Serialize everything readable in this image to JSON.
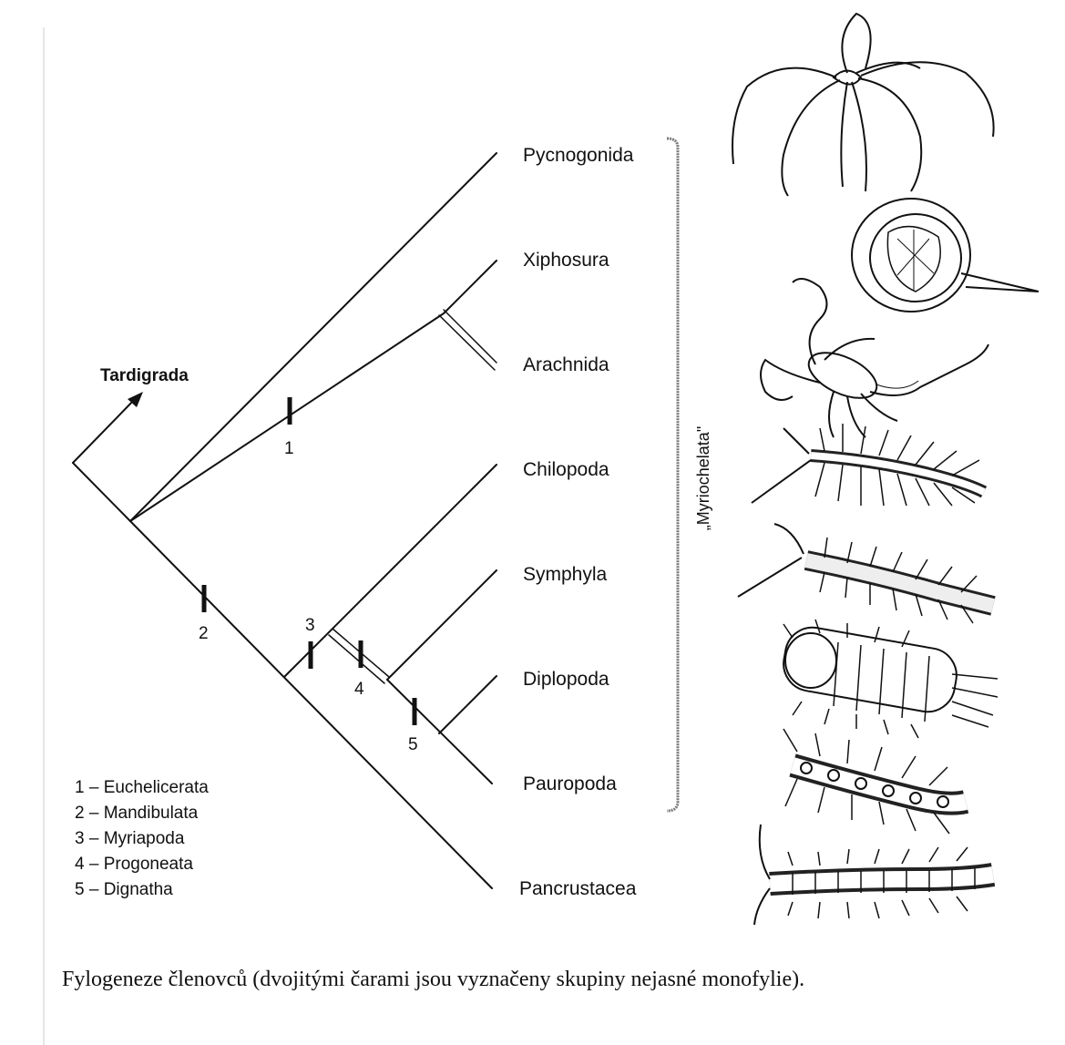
{
  "outgroup": "Tardigrada",
  "taxa": [
    "Pycnogonida",
    "Xiphosura",
    "Arachnida",
    "Chilopoda",
    "Symphyla",
    "Diplopoda",
    "Pauropoda",
    "Pancrustacea"
  ],
  "apomorphy_marks": [
    "1",
    "2",
    "3",
    "4",
    "5"
  ],
  "legend": [
    "1 – Euchelicerata",
    "2 – Mandibulata",
    "3 – Myriapoda",
    "4 – Progoneata",
    "5 – Dignatha"
  ],
  "bracket_label": "„Myriochelata\"",
  "caption": "Fylogeneze členovců (dvojitými čarami jsou vyznačeny skupiny nejasné monofylie)."
}
